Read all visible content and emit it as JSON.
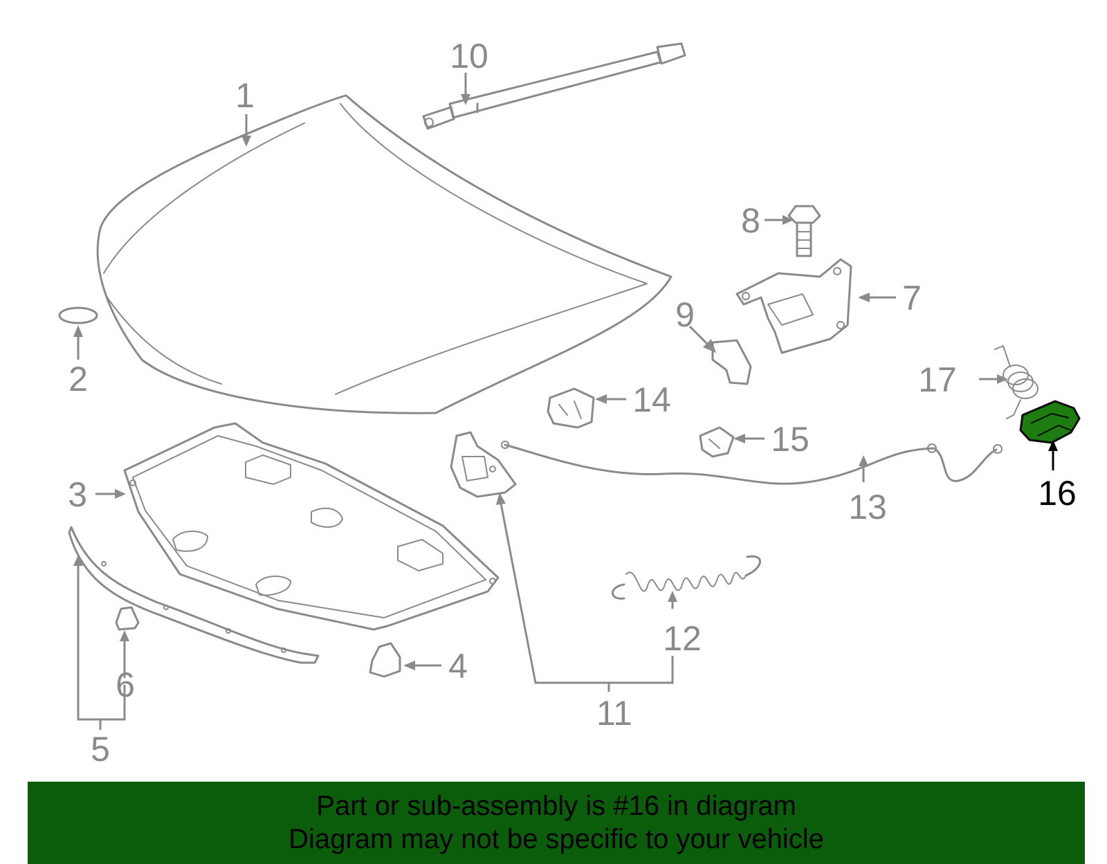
{
  "diagram": {
    "callouts": [
      "1",
      "2",
      "3",
      "4",
      "5",
      "6",
      "7",
      "8",
      "9",
      "10",
      "11",
      "12",
      "13",
      "14",
      "15",
      "16",
      "17"
    ],
    "highlighted_part": "16",
    "colors": {
      "part_lines": "#8a8a8a",
      "highlight_fill": "#1e7d10",
      "banner_bg": "#0b5d0b",
      "highlight_label": "#000000"
    }
  },
  "banner": {
    "line1": "Part or sub-assembly is #16 in diagram",
    "line2": "Diagram may not be specific to your vehicle"
  }
}
